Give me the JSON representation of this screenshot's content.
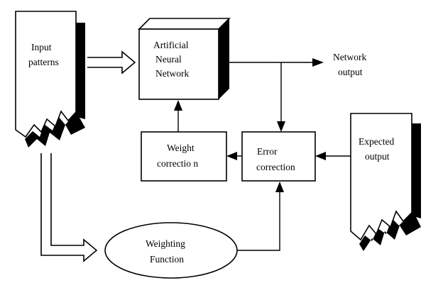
{
  "nodes": {
    "input_patterns": {
      "line1": "Input",
      "line2": "patterns"
    },
    "ann": {
      "line1": "Artificial",
      "line2": "Neural",
      "line3": "Network"
    },
    "network_output": {
      "line1": "Network",
      "line2": "output"
    },
    "weight_correction": {
      "line1": "Weight",
      "line2": "correctio n"
    },
    "error_correction": {
      "line1": "Error",
      "line2": "correction"
    },
    "expected_output": {
      "line1": "Expected",
      "line2": "output"
    },
    "weighting_function": {
      "line1": "Weighting",
      "line2": "Function"
    }
  },
  "colors": {
    "line": "#000000",
    "background": "#ffffff"
  }
}
